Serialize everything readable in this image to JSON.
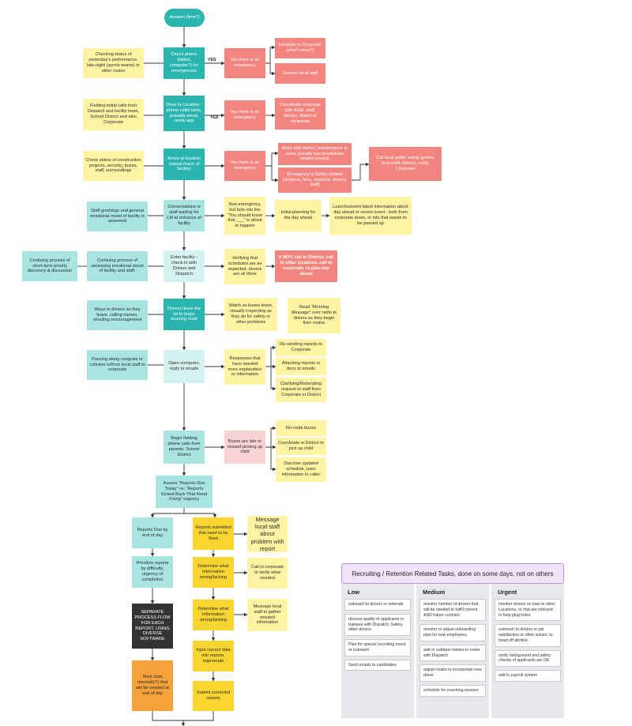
{
  "flowchart": {
    "start": "Awaken (time?)",
    "nodes": [
      {
        "id": "check-phone",
        "text": "Check phone (tablet, computer?) for emergencies"
      },
      {
        "id": "drive",
        "text": "Drive to Location - phone calls/ texts, possibly email, rarely app"
      },
      {
        "id": "arrive",
        "text": "Arrive at location (visual check of facility)"
      },
      {
        "id": "conversations",
        "text": "Conversations w staff waiting for LM at entrance of facility"
      },
      {
        "id": "enter",
        "text": "Enter facility - check in with Drivers and Dispatch"
      },
      {
        "id": "drivers-leave",
        "text": "Drivers leave the lot to begin morning route"
      },
      {
        "id": "open-computer",
        "text": "Open computer, reply to emails"
      },
      {
        "id": "begin-fielding",
        "text": "Begin fielding phone calls from parents, School District"
      },
      {
        "id": "assess-reports",
        "text": "Assess \"Reports Due Today\" vs. \"Reports Kicked Back That Need Fixing\" urgency"
      },
      {
        "id": "reports-due",
        "text": "Reports Due by end of day"
      },
      {
        "id": "prioritize",
        "text": "Prioritize reports by difficulty, urgency of completion"
      },
      {
        "id": "separate-flow",
        "text": "SEPARATE PROCESS FLOW FOR EACH REPORT, USING DIVERSE SOFTWARE"
      },
      {
        "id": "mark-data",
        "text": "Mark data (mentally?) that will be needed at end of day"
      },
      {
        "id": "reports-fixed",
        "text": "Reports submitted that need to be fixed"
      },
      {
        "id": "determine-1",
        "text": "Determine what information wrong/lacking"
      },
      {
        "id": "determine-2",
        "text": "Determine what information wrong/lacking"
      },
      {
        "id": "input-correct",
        "text": "Input correct data into reports, regenerate"
      },
      {
        "id": "submit-corrected",
        "text": "Submit corrected reports"
      },
      {
        "id": "message-problem",
        "text": "Message local staff about problem with report"
      },
      {
        "id": "call-corporate",
        "text": "Call to corporate to verify what needed"
      },
      {
        "id": "message-gather",
        "text": "Message local staff to gather needed information"
      },
      {
        "id": "emergency-1",
        "text": "Yes there is an emergency"
      },
      {
        "id": "escalate",
        "text": "Escalate to Corporate (who? when?)"
      },
      {
        "id": "contact-local",
        "text": "Contact local staff"
      },
      {
        "id": "emergency-2",
        "text": "Yes there is an emergency"
      },
      {
        "id": "coordinate-response",
        "text": "Coordinate response with AGM, staff, drivers, district & recipients"
      },
      {
        "id": "emergency-3",
        "text": "Yes there is an emergency"
      },
      {
        "id": "work-district",
        "text": "Work with district, maintenance to solve (usually bus-breakdown related issues)"
      },
      {
        "id": "safety-related",
        "text": "Emergency is Safety-related (violence, fires, students, drivers, staff)"
      },
      {
        "id": "call-public-safety",
        "text": "Call local public safety (police, fire) notify District, notify Corporate"
      },
      {
        "id": "non-emergency",
        "text": "Non-emergency, but falls into the \"You should know that ___\" is about to happen"
      },
      {
        "id": "initial-planning",
        "text": "Initial planning for the day ahead"
      },
      {
        "id": "learn-transmit",
        "text": "Learn/transmit latest information about day ahead or recent event - both from corporate down, or info that needs to be passed up"
      },
      {
        "id": "verifying",
        "text": "Verifying that schedules are as expected, drivers are all there"
      },
      {
        "id": "if-not",
        "text": "If NOT: call to District, call to other locations, call to corporate, re-plan day ahead"
      },
      {
        "id": "watch-buses",
        "text": "Watch as buses leave, visually inspecting as they do for safety or other problems"
      },
      {
        "id": "read-morning",
        "text": "Read \"Morning Message\" over radio to drivers as they begin their routes"
      },
      {
        "id": "responses-needed",
        "text": "Responses that have needed more explanation or information"
      },
      {
        "id": "resending",
        "text": "Re-sending reports to Corporate"
      },
      {
        "id": "attaching",
        "text": "Attaching reports or docs to emails"
      },
      {
        "id": "clarifying",
        "text": "Clarifying/Reiterating request to staff from Corporate or District"
      },
      {
        "id": "buses-late",
        "text": "Buses are late or missed picking up child"
      },
      {
        "id": "reroute",
        "text": "Re-route buses"
      },
      {
        "id": "coordinate-district",
        "text": "Coordinate w District to pick up child"
      },
      {
        "id": "discover-updated",
        "text": "Discover updated schedule, pass information to caller"
      },
      {
        "id": "note-yesterday",
        "text": "Checking status of yesterday's performance, late-night (sports teams) or other routes"
      },
      {
        "id": "note-fielding",
        "text": "Fielding initial calls from Dispatch and facility team, School District and also Corporate"
      },
      {
        "id": "note-construction",
        "text": "Check status of construction projects, security, buses, staff, surroundings"
      },
      {
        "id": "note-greetings",
        "text": "Staff greetings and general emotional mood of facility is assessed"
      },
      {
        "id": "note-emotional",
        "text": "Contiuing process of assessing emotional mood of facility and staff."
      },
      {
        "id": "note-short-term",
        "text": "Contiuing process of short-term priority discovery & discussion"
      },
      {
        "id": "note-wave",
        "text": "Wave to drivers as they leave, calling names, shouting encouragement"
      },
      {
        "id": "note-congrats",
        "text": "Passing along congrats or criticism to/from local staff to corporate"
      }
    ],
    "edge_labels": {
      "yes_1": "YES",
      "yes_2": "YES"
    }
  },
  "kanban": {
    "title": "Recruiting / Retention Related Tasks, done on some days, not on others",
    "columns": [
      {
        "name": "Low",
        "cards": [
          "outreach to drivers re referrals",
          "discuss quality of applicants or trainees with Dispatch, Safety, other drivers",
          "Plan for special recruiting event or outreach",
          "Send emails to candidates"
        ]
      },
      {
        "name": "Medium",
        "cards": [
          "monitor number of drivers that will be needed to fulfill current AND future contract",
          "monitor or adjust onboarding plan for new employees",
          "add or subtract names to roster with Dispatch",
          "adjust routes to incorporate new driver",
          "schedule for coaching session"
        ]
      },
      {
        "name": "Urgent",
        "cards": [
          "monitor drivers on loan to other Locations, or that are inbound to help plug holes",
          "outreach to drivers re job satisfaction or other issues, to head off attrition",
          "verify background and safety checks of applicants are OK",
          "add to payroll system"
        ]
      }
    ]
  },
  "colors": {
    "teal": "#2bb5b1",
    "cyan": "#a8e4e1",
    "yellow": "#fff4a3",
    "gold": "#f8d531",
    "red": "#f2857e",
    "pink": "#f9d3d3",
    "dark": "#333333",
    "orange": "#f6a13a",
    "purple": "#f3e3fa"
  }
}
